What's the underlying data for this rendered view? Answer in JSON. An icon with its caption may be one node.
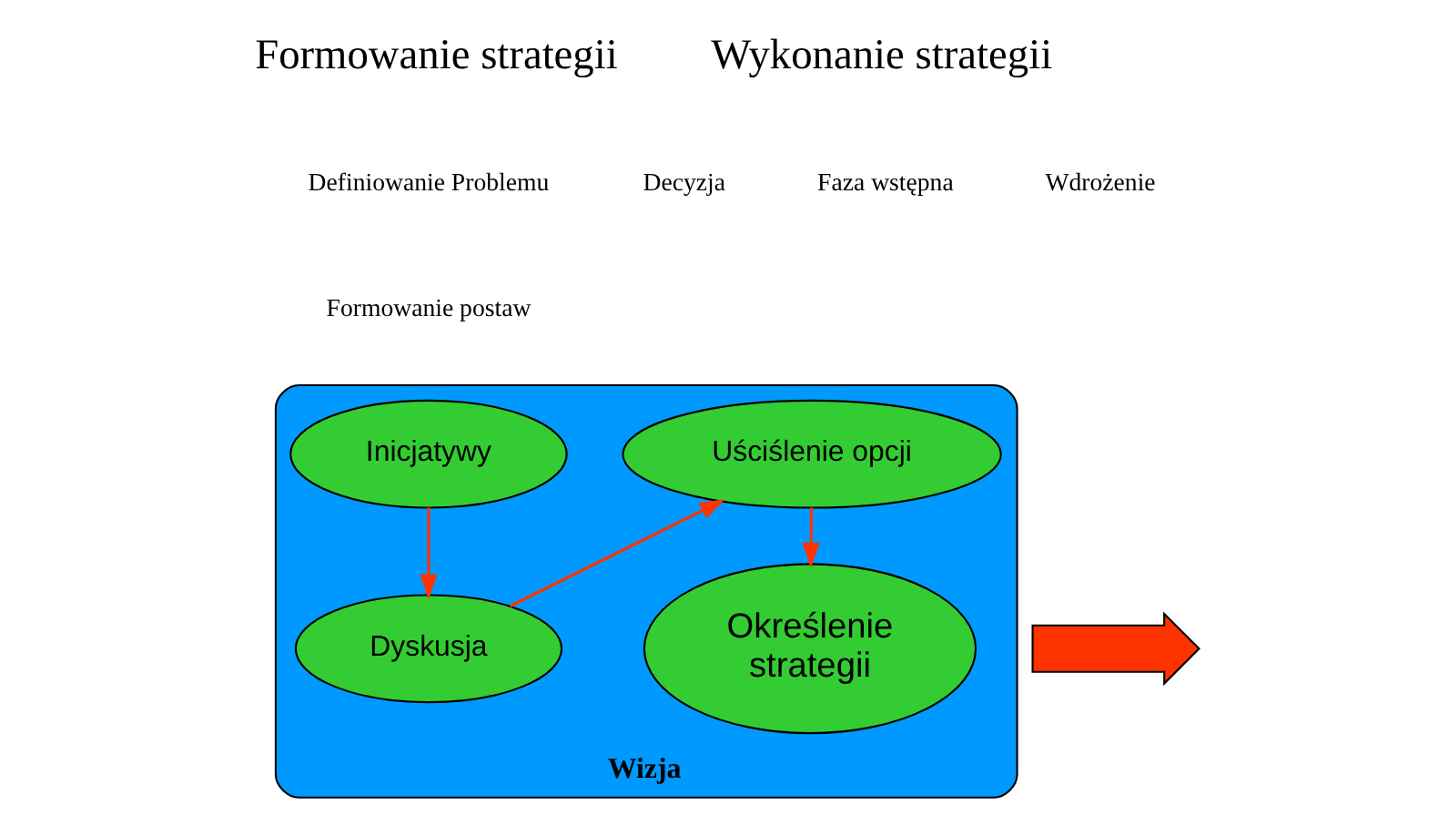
{
  "diagram": {
    "nodes": [
      {
        "text": [
          "Wizja"
        ]
      },
      {
        "text": [
          "Inicjatywy"
        ],
        "in": 0
      },
      {
        "text": [
          "Uściślenie opcji"
        ],
        "in": 0
      },
      {
        "text": [
          "Dyskusja"
        ],
        "in": 0
      },
      {
        "text": [
          "Określenie strategii"
        ],
        "in": 0
      },
      {
        "text": [],
        "shape": "arrow"
      }
    ],
    "edges": [
      {
        "from": 1,
        "to": 3,
        "arrow": "to"
      },
      {
        "from": 3,
        "to": 2,
        "arrow": "to"
      },
      {
        "from": 2,
        "to": 4,
        "arrow": "to"
      }
    ],
    "labels": [
      "Formowanie strategii",
      "Wykonanie strategii",
      "Definiowanie Problemu",
      "Decyzja",
      "Faza wstępna",
      "Wdrożenie",
      "Formowanie postaw"
    ]
  }
}
